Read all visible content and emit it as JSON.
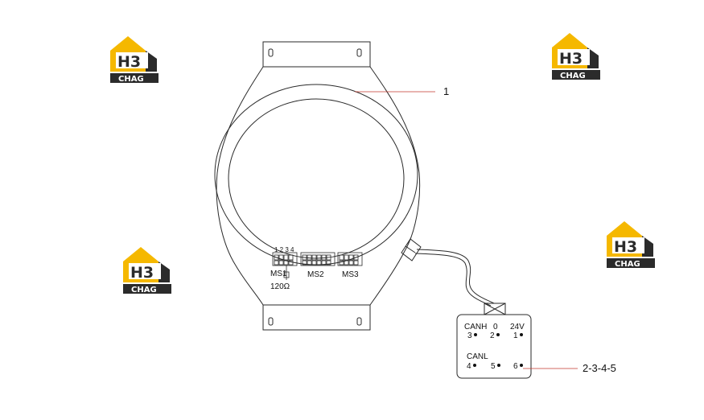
{
  "callouts": {
    "part_1": "1",
    "connector": "2-3-4-5"
  },
  "board": {
    "ms1": "MS1",
    "ms2": "MS2",
    "ms3": "MS3",
    "pin_numbers": "1 2 3 4",
    "resistor": "120Ω"
  },
  "connector": {
    "canh": "CANH",
    "zero": "0",
    "v24": "24V",
    "canl": "CANL",
    "pins": [
      "3",
      "2",
      "1",
      "4",
      "5",
      "6"
    ]
  },
  "watermark": {
    "mark": "H3",
    "word": "CHAG"
  },
  "colors": {
    "line": "#2a2a2a",
    "leader": "#c0392b",
    "logo_yellow": "#f5b800",
    "logo_dark": "#2b2b2b"
  }
}
